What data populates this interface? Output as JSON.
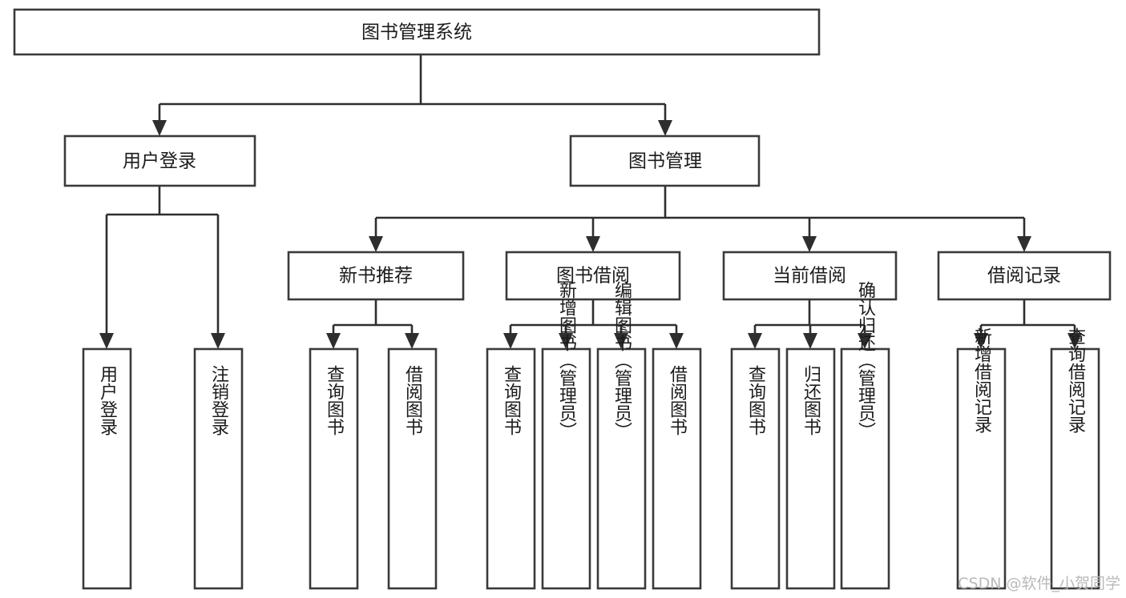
{
  "diagram": {
    "type": "tree-hierarchy",
    "title": "图书管理系统",
    "orientation": "top-down",
    "colors": {
      "box_stroke": "#3a3a3a",
      "box_fill": "#ffffff",
      "connector": "#2e2e2e",
      "text": "#1b1b1b",
      "watermark": "#b9b9b9",
      "background": "#ffffff"
    },
    "root": {
      "label": "图书管理系统"
    },
    "level2": [
      {
        "label": "用户登录"
      },
      {
        "label": "图书管理"
      }
    ],
    "level3": [
      {
        "label": "新书推荐"
      },
      {
        "label": "图书借阅"
      },
      {
        "label": "当前借阅"
      },
      {
        "label": "借阅记录"
      }
    ],
    "leaves": {
      "user_login": [
        {
          "label": "用户登录"
        },
        {
          "label": "注销登录"
        }
      ],
      "new_book_recommend": [
        {
          "label": "查询图书"
        },
        {
          "label": "借阅图书"
        }
      ],
      "book_borrow": [
        {
          "label": "查询图书"
        },
        {
          "label": "新增图书（管理员）"
        },
        {
          "label": "编辑图书（管理员）"
        },
        {
          "label": "借阅图书"
        }
      ],
      "current_borrow": [
        {
          "label": "查询图书"
        },
        {
          "label": "归还图书"
        },
        {
          "label": "确认归还（管理员）"
        }
      ],
      "borrow_record": [
        {
          "label": "新增借阅记录"
        },
        {
          "label": "查询借阅记录"
        }
      ]
    },
    "watermark": "CSDN @软件_小贺同学"
  }
}
